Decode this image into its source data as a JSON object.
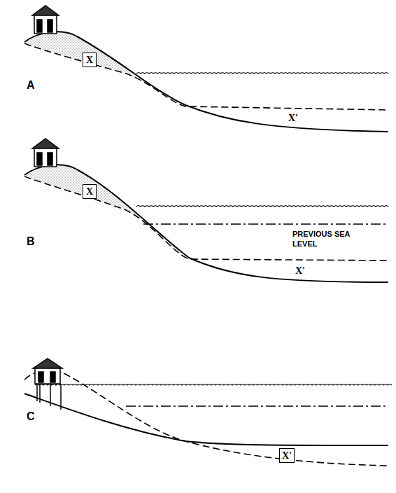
{
  "diagram": {
    "nodes": [
      {
        "text": [
          "X"
        ]
      },
      {
        "text": [
          "X"
        ]
      },
      {
        "text": [
          "X'"
        ]
      }
    ],
    "labels": [
      "A",
      "X'",
      "B",
      "PREVIOUS SEA LEVEL",
      "X'",
      "C"
    ]
  }
}
